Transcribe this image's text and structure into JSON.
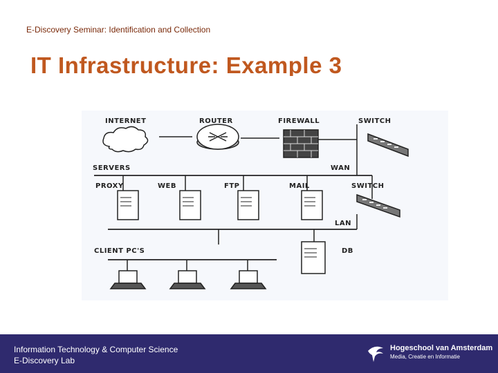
{
  "header": {
    "seminar": "E-Discovery Seminar: Identification and Collection",
    "title": "IT Infrastructure: Example 3"
  },
  "diagram": {
    "labels": {
      "internet": "INTERNET",
      "router": "ROUTER",
      "firewall": "FIREWALL",
      "switch_top": "SWITCH",
      "servers": "SERVERS",
      "wan": "WAN",
      "proxy": "PROXY",
      "web": "WEB",
      "ftp": "FTP",
      "mail": "MAIL",
      "switch_lan": "SWITCH",
      "lan": "LAN",
      "client_pcs": "CLIENT PC'S",
      "db": "DB"
    }
  },
  "footer": {
    "line1": "Information Technology & Computer Science",
    "line2": "E-Discovery Lab",
    "logo_name": "Hogeschool van Amsterdam",
    "logo_sub": "Media, Creatie en Informatie"
  },
  "colors": {
    "title": "#c0581f",
    "footer_bg": "#2f2a6e"
  }
}
